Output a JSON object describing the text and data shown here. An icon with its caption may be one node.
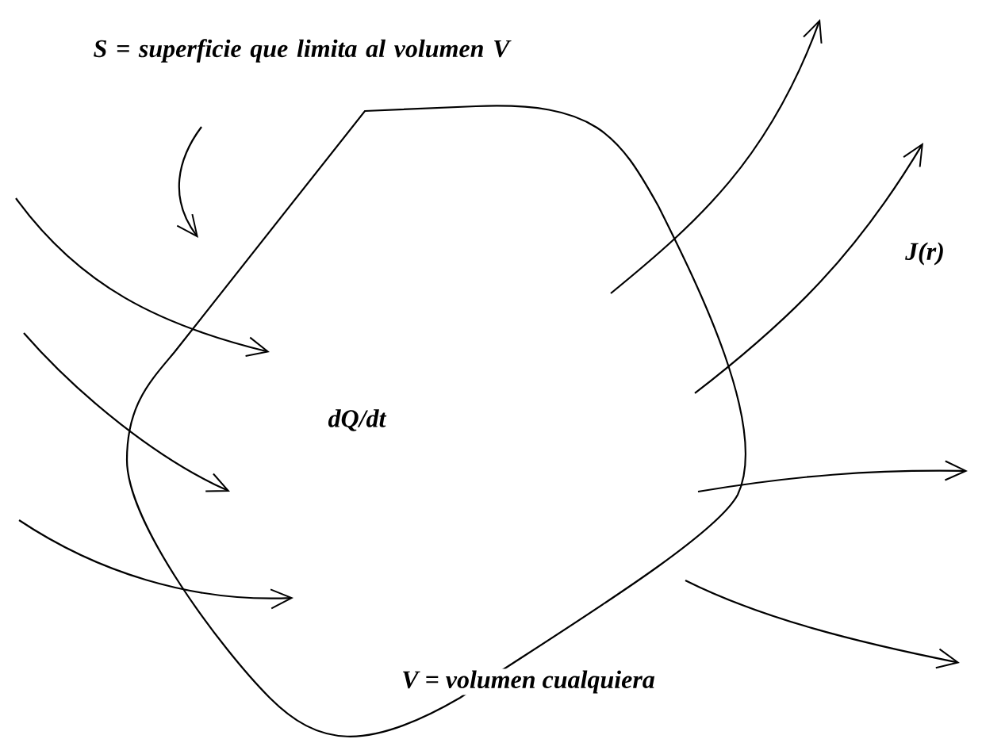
{
  "diagram": {
    "nodes": [
      {
        "text": [
          "dQ/dt"
        ],
        "beside": [
          "V = volumen cualquiera"
        ]
      },
      {
        "text": [
          "S = superficie que limita al volumen V"
        ]
      }
    ],
    "edges": [
      {
        "from": 1,
        "to": 0,
        "arrow": "to"
      },
      {
        "from": null,
        "to": 0,
        "arrow": "to"
      },
      {
        "from": null,
        "to": 0,
        "arrow": "to"
      },
      {
        "from": null,
        "to": 0,
        "arrow": "to"
      },
      {
        "from": 0,
        "to": null,
        "arrow": "to"
      },
      {
        "from": 0,
        "to": null,
        "arrow": "to"
      },
      {
        "from": 0,
        "to": null,
        "arrow": "to"
      },
      {
        "from": 0,
        "to": null,
        "arrow": "to"
      }
    ],
    "labels": [
      "J(r)"
    ]
  }
}
